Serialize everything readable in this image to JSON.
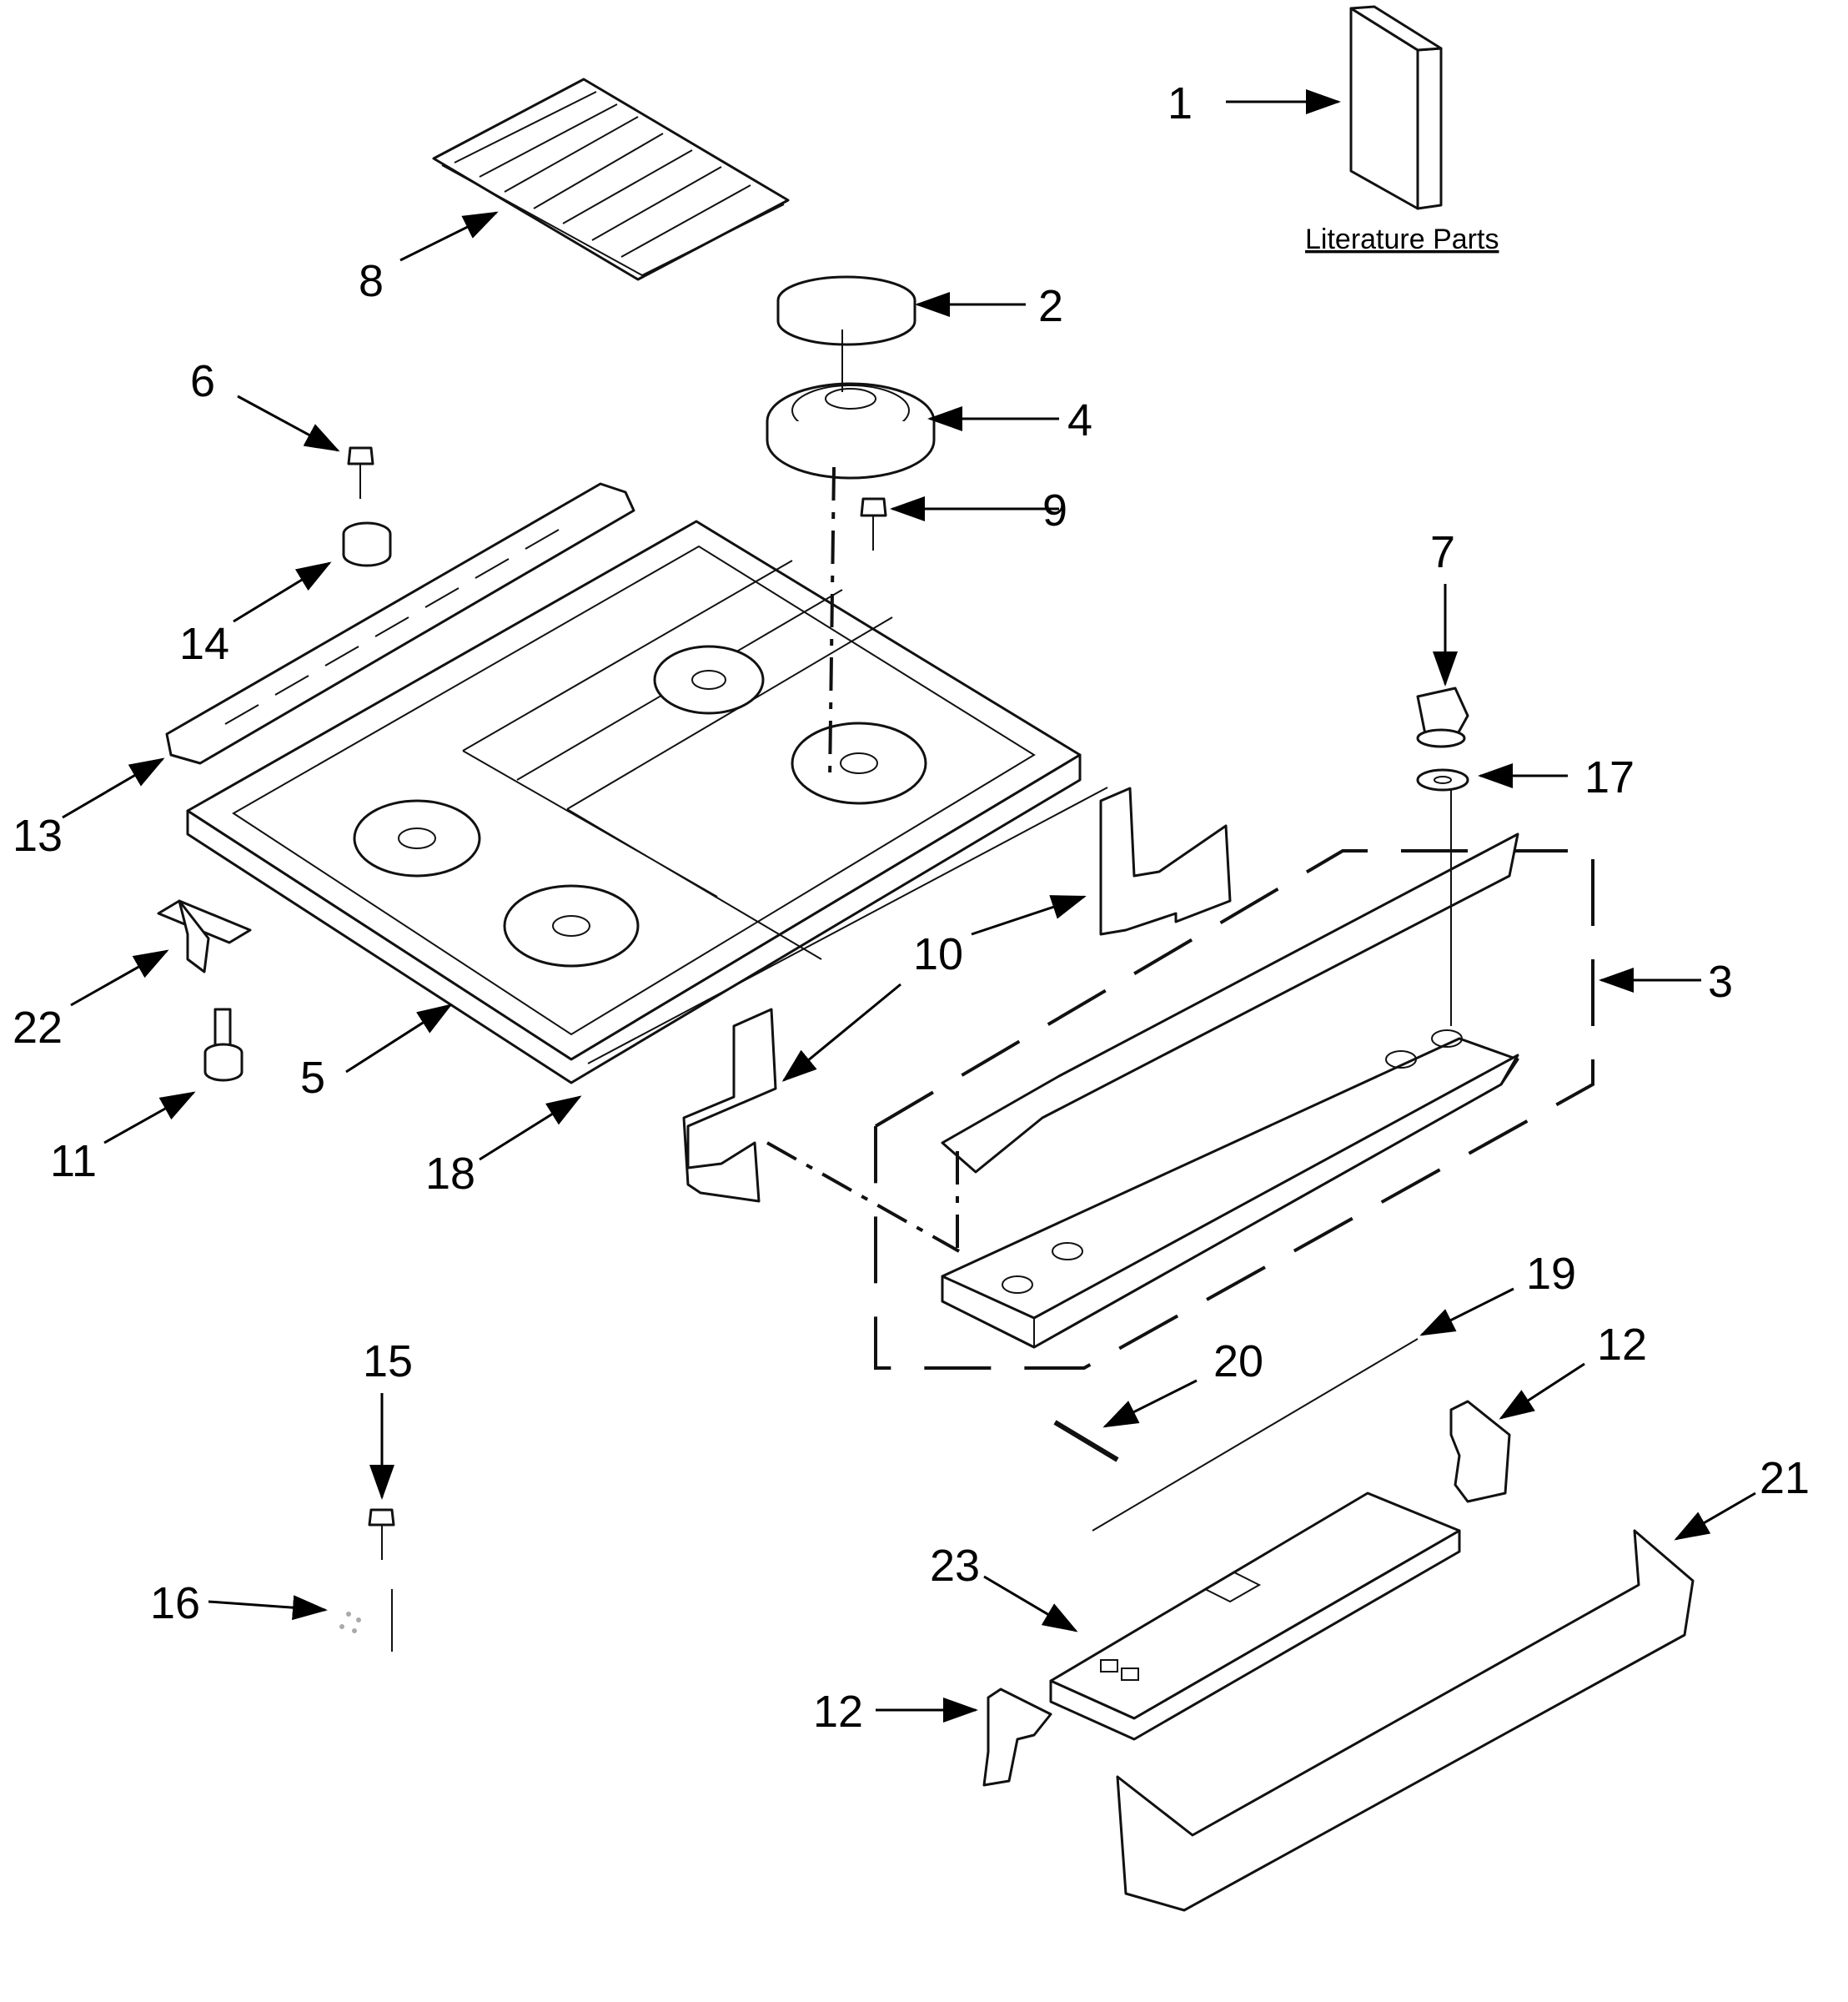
{
  "diagram": {
    "literature_label": "Literature Parts",
    "callouts": [
      "1",
      "2",
      "3",
      "4",
      "5",
      "6",
      "7",
      "8",
      "9",
      "10",
      "10",
      "11",
      "12",
      "12",
      "13",
      "14",
      "15",
      "16",
      "17",
      "18",
      "19",
      "20",
      "21",
      "22",
      "23"
    ]
  }
}
